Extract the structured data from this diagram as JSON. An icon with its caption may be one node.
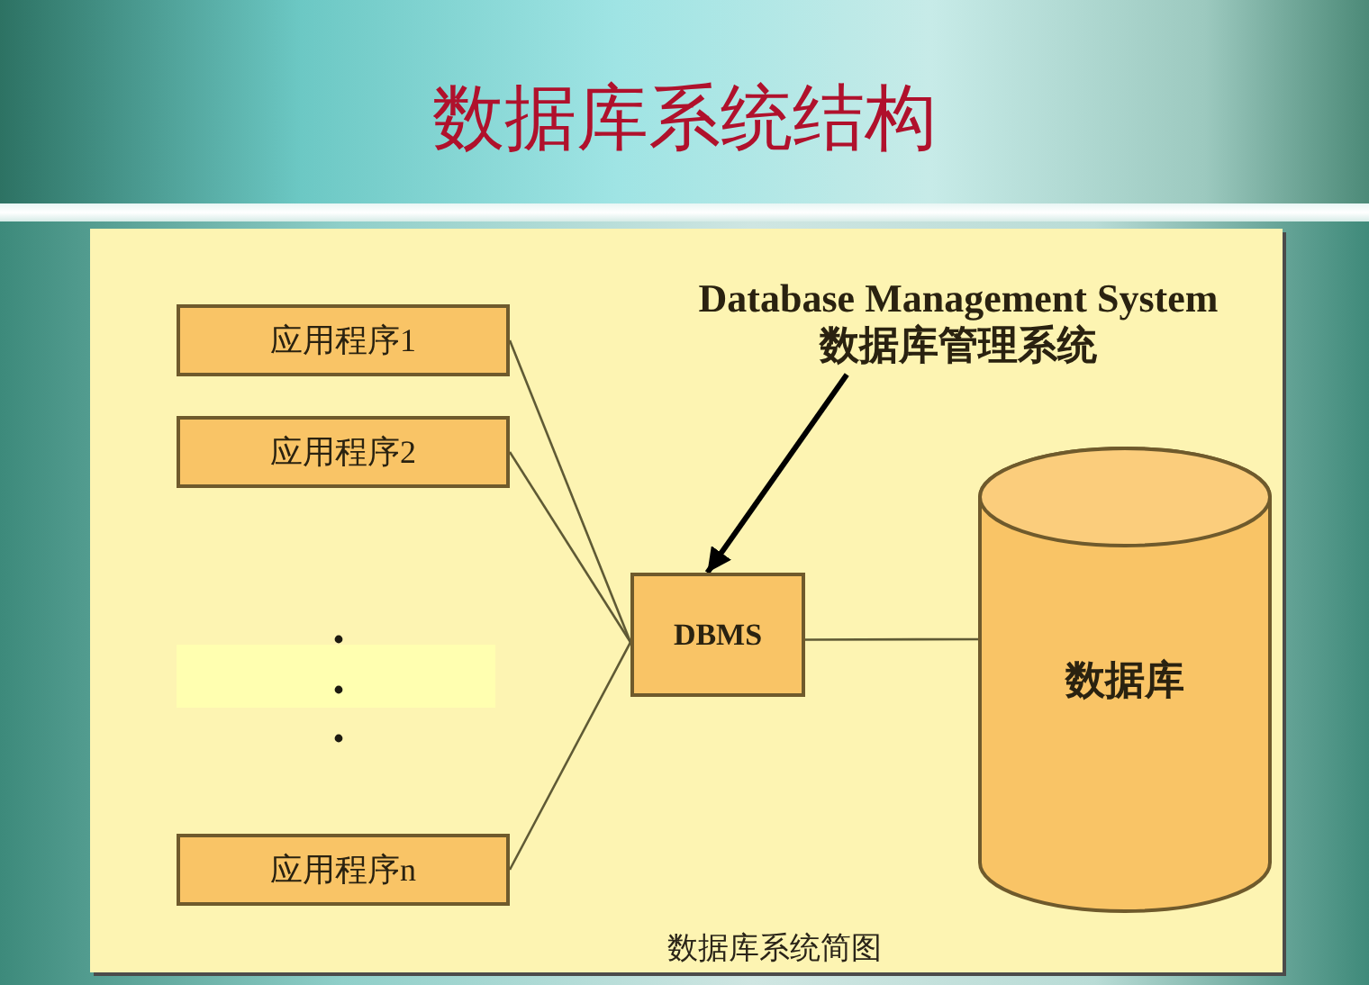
{
  "diagram": {
    "title": "数据库系统结构",
    "caption": "数据库系统简图",
    "nodes": [
      {
        "text": [
          "应用程序1"
        ]
      },
      {
        "text": [
          "应用程序2"
        ]
      },
      {
        "text": [
          "应用程序n"
        ]
      },
      {
        "text": [
          "DBMS"
        ]
      },
      {
        "text": [
          "数据库"
        ]
      },
      {
        "text": [
          "Database Management System",
          "数据库管理系统"
        ]
      }
    ],
    "edges": [
      {
        "from": 0,
        "to": 3,
        "arrow": "none"
      },
      {
        "from": 1,
        "to": 3,
        "arrow": "none"
      },
      {
        "from": 2,
        "to": 3,
        "arrow": "none"
      },
      {
        "from": 3,
        "to": 4,
        "arrow": "none"
      },
      {
        "from": 5,
        "to": 3,
        "arrow": "to",
        "style": "thick",
        "color": "#000000"
      }
    ]
  }
}
